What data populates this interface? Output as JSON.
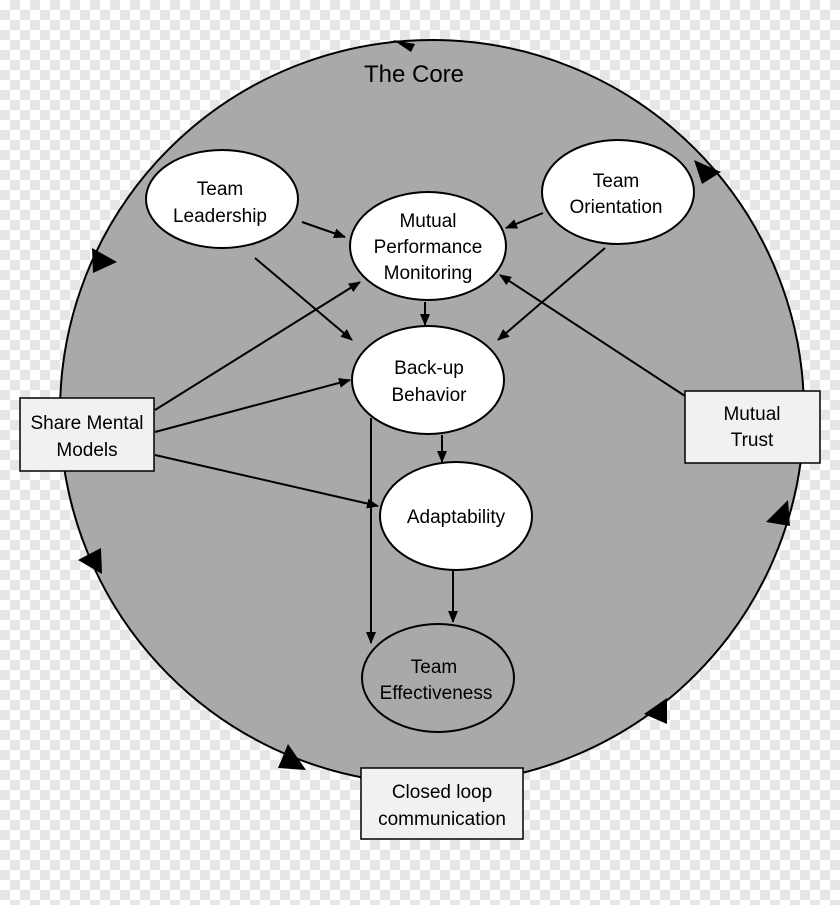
{
  "title": "The Core",
  "nodes": {
    "team_leadership": [
      "Team",
      "Leadership"
    ],
    "team_orientation": [
      "Team",
      "Orientation"
    ],
    "mutual_performance_monitoring": [
      "Mutual",
      "Performance",
      "Monitoring"
    ],
    "backup_behavior": [
      "Back-up",
      "Behavior"
    ],
    "adaptability": [
      "Adaptability"
    ],
    "team_effectiveness": [
      "Team",
      "Effectiveness"
    ]
  },
  "boxes": {
    "share_mental_models": [
      "Share Mental",
      "Models"
    ],
    "mutual_trust": [
      "Mutual",
      "Trust"
    ],
    "closed_loop_communication": [
      "Closed loop",
      "communication"
    ]
  },
  "colors": {
    "core_fill": "#a9a9a9",
    "node_fill": "#ffffff",
    "effectiveness_fill": "#a9a9a9",
    "box_fill": "#f1f1f1",
    "stroke": "#000000"
  }
}
